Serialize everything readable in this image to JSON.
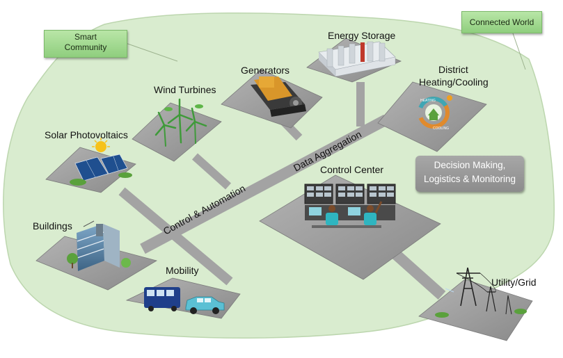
{
  "callouts": {
    "smart_community": "Smart Community",
    "connected_world": "Connected World"
  },
  "nodes": {
    "energy_storage": "Energy Storage",
    "generators": "Generators",
    "district_heating_1": "District",
    "district_heating_2": "Heating/Cooling",
    "wind_turbines": "Wind Turbines",
    "solar_pv": "Solar Photovoltaics",
    "control_center": "Control Center",
    "buildings": "Buildings",
    "mobility": "Mobility",
    "utility_grid": "Utility/Grid"
  },
  "decision_box": {
    "line1": "Decision Making,",
    "line2": "Logistics & Monitoring"
  },
  "road_labels": {
    "data_aggregation": "Data Aggregation",
    "control_automation": "Control & Automation"
  },
  "icon_text": {
    "heating": "HEATING",
    "cooling": "COOLING"
  },
  "colors": {
    "community_fill": "#d9eccf",
    "platform": "#9d9d9d",
    "road": "#a3a3a3",
    "callout": "#a6dc93"
  }
}
